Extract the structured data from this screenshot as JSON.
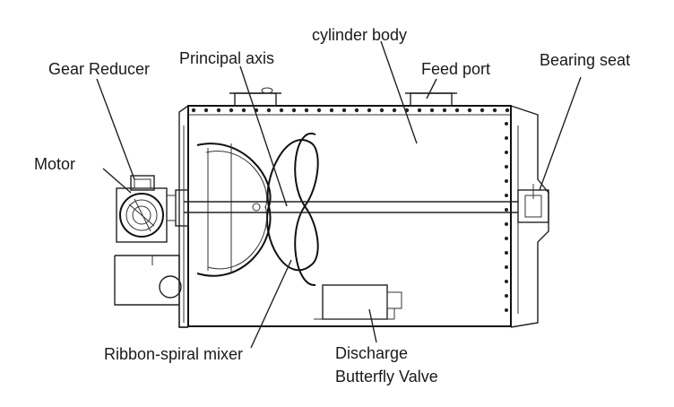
{
  "labels": {
    "gear_reducer": "Gear Reducer",
    "principal_axis": "Principal axis",
    "cylinder_body": "cylinder body",
    "feed_port": "Feed port",
    "bearing_seat": "Bearing seat",
    "motor": "Motor",
    "ribbon_spiral_mixer": "Ribbon-spiral mixer",
    "discharge_line1": "Discharge",
    "discharge_line2": "Butterfly Valve"
  }
}
